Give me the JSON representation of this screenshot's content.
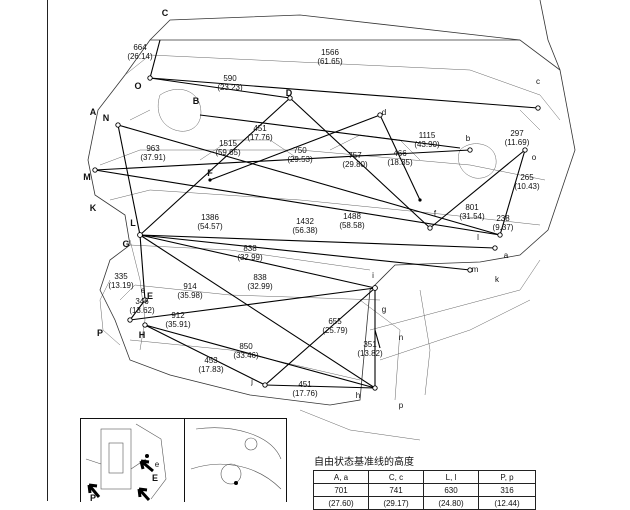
{
  "dimensions": [
    {
      "id": "d1",
      "value": "1566",
      "inch": "(61.65)"
    },
    {
      "id": "d2",
      "value": "664",
      "inch": "(26.14)"
    },
    {
      "id": "d3",
      "value": "590",
      "inch": "(23.23)"
    },
    {
      "id": "d4",
      "value": "451",
      "inch": "(17.76)"
    },
    {
      "id": "d5",
      "value": "750",
      "inch": "(29.53)"
    },
    {
      "id": "d6",
      "value": "757",
      "inch": "(29.80)"
    },
    {
      "id": "d7",
      "value": "466",
      "inch": "(18.35)"
    },
    {
      "id": "d8",
      "value": "1115",
      "inch": "(43.90)"
    },
    {
      "id": "d9",
      "value": "297",
      "inch": "(11.69)"
    },
    {
      "id": "d10",
      "value": "963",
      "inch": "(37.91)"
    },
    {
      "id": "d11",
      "value": "1515",
      "inch": "(59.65)"
    },
    {
      "id": "d12",
      "value": "265",
      "inch": "(10.43)"
    },
    {
      "id": "d13",
      "value": "801",
      "inch": "(31.54)"
    },
    {
      "id": "d14",
      "value": "238",
      "inch": "(9.37)"
    },
    {
      "id": "d15",
      "value": "1386",
      "inch": "(54.57)"
    },
    {
      "id": "d16",
      "value": "1432",
      "inch": "(56.38)"
    },
    {
      "id": "d17",
      "value": "1488",
      "inch": "(58.58)"
    },
    {
      "id": "d18",
      "value": "838",
      "inch": "(32.99)"
    },
    {
      "id": "d19",
      "value": "838",
      "inch": "(32.99)"
    },
    {
      "id": "d20",
      "value": "335",
      "inch": "(13.19)"
    },
    {
      "id": "d21",
      "value": "914",
      "inch": "(35.98)"
    },
    {
      "id": "d22",
      "value": "346",
      "inch": "(13.62)"
    },
    {
      "id": "d23",
      "value": "912",
      "inch": "(35.91)"
    },
    {
      "id": "d24",
      "value": "655",
      "inch": "(25.79)"
    },
    {
      "id": "d25",
      "value": "351",
      "inch": "(13.82)"
    },
    {
      "id": "d26",
      "value": "850",
      "inch": "(33.46)"
    },
    {
      "id": "d27",
      "value": "453",
      "inch": "(17.83)"
    },
    {
      "id": "d28",
      "value": "451",
      "inch": "(17.76)"
    }
  ],
  "point_labels": {
    "C": "C",
    "A": "A",
    "N": "N",
    "O": "O",
    "B": "B",
    "D": "D",
    "d": "d",
    "b": "b",
    "c": "c",
    "o": "o",
    "M": "M",
    "K": "K",
    "L": "L",
    "G": "G",
    "E": "E",
    "e": "e",
    "F": "F",
    "f": "f",
    "P": "P",
    "H": "H",
    "g": "g",
    "l": "l",
    "m": "m",
    "a": "a",
    "k": "k",
    "h": "h",
    "j": "j",
    "p": "p",
    "i": "i",
    "n": "n"
  },
  "inset": {
    "label_e": "e",
    "label_E": "E",
    "label_P": "P"
  },
  "table": {
    "caption": "自由状态基准线的高度",
    "headers": [
      "A, a",
      "C, c",
      "L, l",
      "P, p"
    ],
    "values": [
      "701",
      "741",
      "630",
      "316"
    ],
    "inches": [
      "(27.60)",
      "(29.17)",
      "(24.80)",
      "(12.44)"
    ]
  }
}
